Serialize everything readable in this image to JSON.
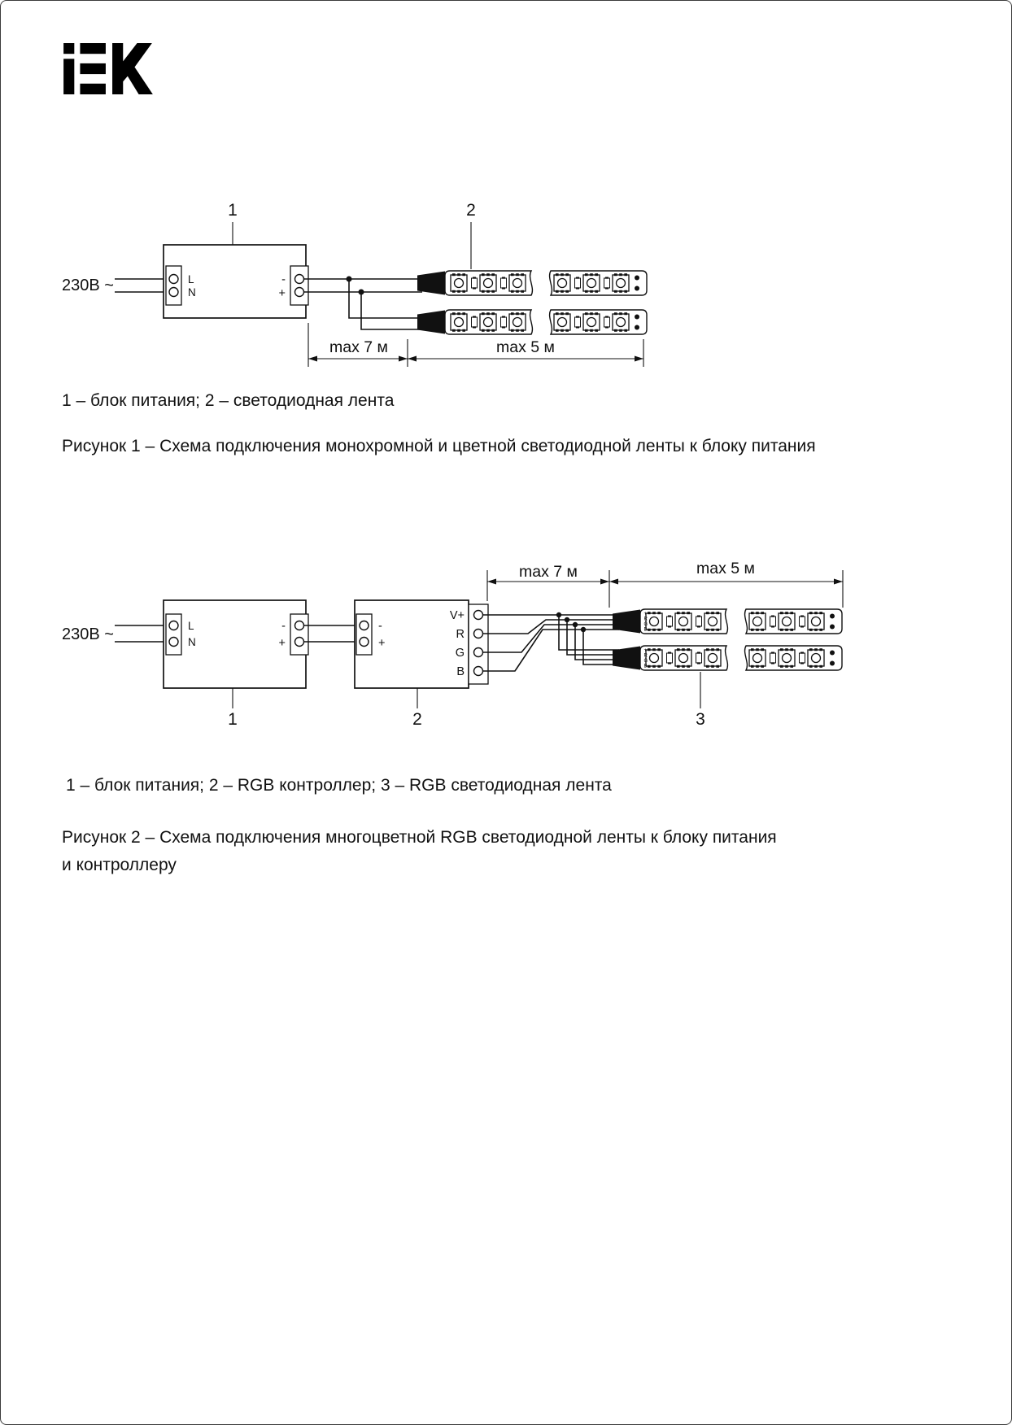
{
  "page": {
    "logo": "IEK"
  },
  "figure1": {
    "voltage_label": "230В ~",
    "psu": {
      "number": "1",
      "terminal_l": "L",
      "terminal_n": "N",
      "terminal_minus": "-",
      "terminal_plus": "+"
    },
    "strip": {
      "number": "2"
    },
    "dims": {
      "wire": "max 7 м",
      "strip": "max 5 м"
    },
    "legend": "1 – блок питания; 2 – светодиодная лента",
    "caption": "Рисунок 1 – Схема подключения монохромной и цветной светодиодной ленты к блоку питания"
  },
  "figure2": {
    "voltage_label": "230В ~",
    "psu": {
      "number": "1",
      "terminal_l": "L",
      "terminal_n": "N",
      "terminal_minus": "-",
      "terminal_plus": "+"
    },
    "controller": {
      "number": "2",
      "terminal_minus": "-",
      "terminal_plus": "+",
      "out_vplus": "V+",
      "out_r": "R",
      "out_g": "G",
      "out_b": "B"
    },
    "strip": {
      "number": "3",
      "pins": [
        "+",
        "R",
        "G",
        "B"
      ]
    },
    "dims": {
      "wire": "max 7 м",
      "strip": "max 5 м"
    },
    "legend": "1 – блок питания; 2 – RGB контроллер; 3 – RGB светодиодная лента",
    "caption_line1": "Рисунок 2 – Схема подключения многоцветной RGB светодиодной ленты к блоку питания",
    "caption_line2": "и контроллеру"
  }
}
